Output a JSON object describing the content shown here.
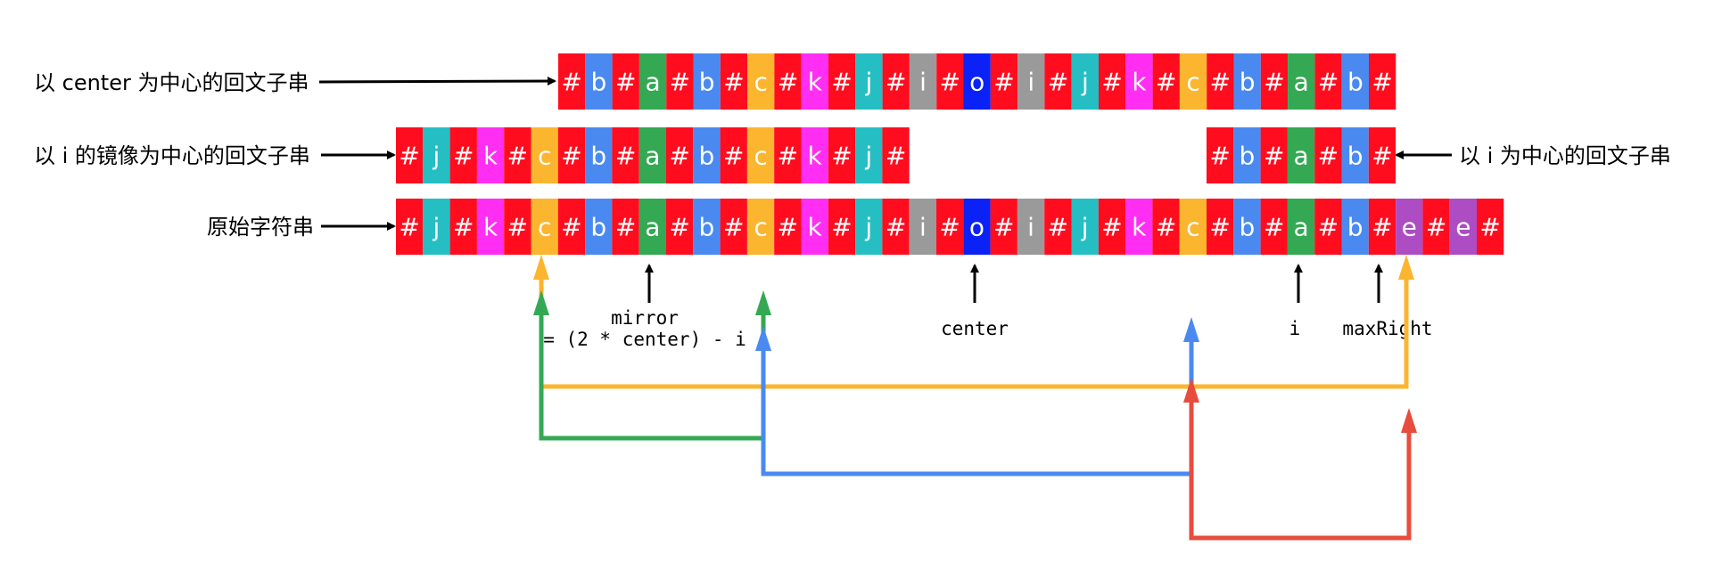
{
  "palette": {
    "#": "#ff0d1f",
    "b": "#4a8af0",
    "a": "#34a853",
    "c": "#fbb52f",
    "k": "#ff2ef2",
    "j": "#25bec3",
    "i": "#9a9a9a",
    "o": "#0a22f5",
    "e": "#ad4cc3"
  },
  "rows": {
    "center": {
      "label": "以  center 为中心的回文子串",
      "chars": [
        "#",
        "b",
        "#",
        "a",
        "#",
        "b",
        "#",
        "c",
        "#",
        "k",
        "#",
        "j",
        "#",
        "i",
        "#",
        "o",
        "#",
        "i",
        "#",
        "j",
        "#",
        "k",
        "#",
        "c",
        "#",
        "b",
        "#",
        "a",
        "#",
        "b",
        "#"
      ]
    },
    "mirror": {
      "label": "以 i 的镜像为中心的回文子串",
      "chars": [
        "#",
        "j",
        "#",
        "k",
        "#",
        "c",
        "#",
        "b",
        "#",
        "a",
        "#",
        "b",
        "#",
        "c",
        "#",
        "k",
        "#",
        "j",
        "#"
      ]
    },
    "i_center": {
      "label": "以 i 为中心的回文子串",
      "chars": [
        "#",
        "b",
        "#",
        "a",
        "#",
        "b",
        "#"
      ]
    },
    "original": {
      "label": "原始字符串",
      "chars": [
        "#",
        "j",
        "#",
        "k",
        "#",
        "c",
        "#",
        "b",
        "#",
        "a",
        "#",
        "b",
        "#",
        "c",
        "#",
        "k",
        "#",
        "j",
        "#",
        "i",
        "#",
        "o",
        "#",
        "i",
        "#",
        "j",
        "#",
        "k",
        "#",
        "c",
        "#",
        "b",
        "#",
        "a",
        "#",
        "b",
        "#",
        "e",
        "#",
        "e",
        "#"
      ]
    }
  },
  "pointers": {
    "mirror_line1": "mirror",
    "mirror_line2": "= (2 * center) - i",
    "center": "center",
    "i": "i",
    "max_right": "maxRight"
  },
  "connector_colors": {
    "yellow": "#fbb52f",
    "green": "#34a853",
    "blue": "#4a8af0",
    "red": "#e74c3c"
  }
}
